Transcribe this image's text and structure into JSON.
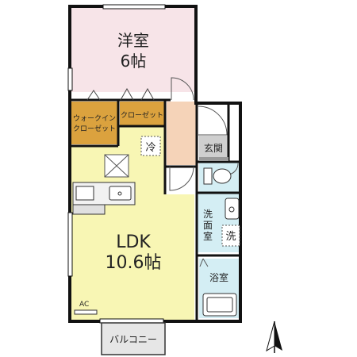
{
  "rooms": {
    "western": {
      "name": "洋室",
      "size": "6帖"
    },
    "ldk": {
      "name": "LDK",
      "size": "10.6帖"
    },
    "walk_in_closet": {
      "line1": "ウォークイン",
      "line2": "クローゼット"
    },
    "closet": {
      "name": "クローゼット"
    },
    "entrance": {
      "name": "玄関"
    },
    "washroom": {
      "name": "洗面室"
    },
    "bathroom": {
      "name": "浴室"
    },
    "balcony": {
      "name": "バルコニー"
    }
  },
  "fixtures": {
    "fridge": "冷",
    "washer": "洗",
    "ac": "AC"
  },
  "colors": {
    "western": "#f7e4e8",
    "ldk": "#f8f6b4",
    "closet": "#dba23e",
    "hall": "#f5d3b8",
    "wet": "#d4eef4",
    "entrance": "#cfcfcf",
    "wall": "#111111"
  },
  "icons": {
    "north": "north-arrow-icon"
  }
}
